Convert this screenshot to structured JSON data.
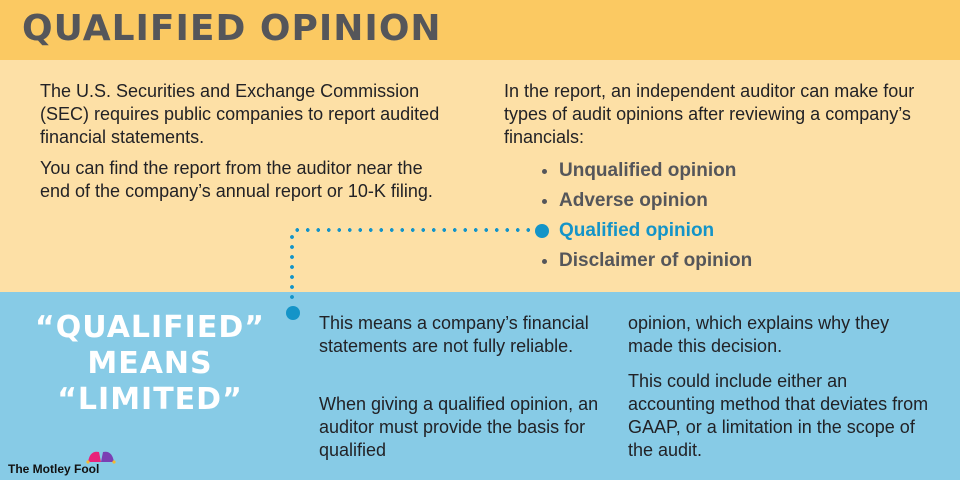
{
  "header": {
    "title": "QUALIFIED OPINION"
  },
  "top_left": {
    "paragraphs": [
      "The U.S. Securities and Exchange Commission (SEC) requires public companies to report audited financial statements.",
      "You can find the report from the auditor near the end of the company’s annual report or 10-K filing."
    ]
  },
  "top_right": {
    "intro": "In the report, an independent auditor can make four types of audit opinions after reviewing a company’s financials:",
    "opinions": [
      {
        "label": "Unqualified opinion",
        "highlighted": false
      },
      {
        "label": "Adverse opinion",
        "highlighted": false
      },
      {
        "label": "Qualified opinion",
        "highlighted": true
      },
      {
        "label": "Disclaimer of opinion",
        "highlighted": false
      }
    ]
  },
  "callout": {
    "line1": "“QUALIFIED”",
    "line2": "MEANS",
    "line3": "“LIMITED”"
  },
  "bottom_middle": {
    "p1": "This means a company’s financial statements are not fully reliable.",
    "p2": "When giving a qualified opinion, an auditor must provide the basis for qualified"
  },
  "bottom_right": {
    "p1": "opinion, which explains why they made this decision.",
    "p2": "This could include either an accounting method that deviates from GAAP, or a limitation in the scope of the audit."
  },
  "logo": {
    "text": "The Motley Fool"
  },
  "colors": {
    "header_bg": "#fbc962",
    "top_bg": "#fde0a6",
    "bottom_bg": "#87cbe6",
    "accent": "#1494c8",
    "heading_text": "#55565a"
  }
}
